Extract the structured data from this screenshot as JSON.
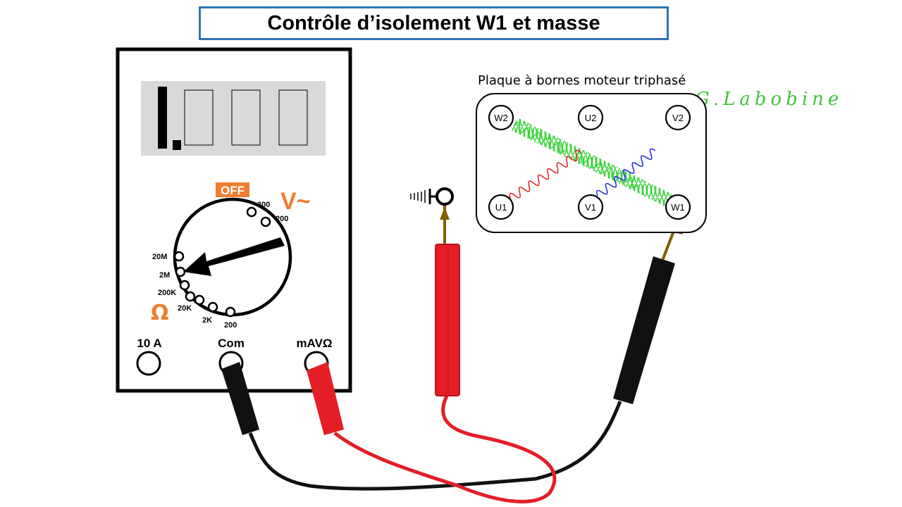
{
  "title": "Contrôle d’isolement  W1 et masse",
  "plate": {
    "label": "Plaque à bornes moteur triphasé",
    "terminals_top": [
      "W2",
      "U2",
      "V2"
    ],
    "terminals_bottom": [
      "U1",
      "V1",
      "W1"
    ]
  },
  "signature": "G.Labobine",
  "multimeter": {
    "display": "1.",
    "off_label": "OFF",
    "v_label": "V~",
    "ohm_label": "Ω",
    "voltage_ranges": [
      "300",
      "200"
    ],
    "ohm_ranges": [
      "20M",
      "2M",
      "200K",
      "20K",
      "2K",
      "200"
    ],
    "selected_range": "2M",
    "sockets": [
      "10 A",
      "Com",
      "mAVΩ"
    ]
  },
  "colors": {
    "title_border": "#2e75b6",
    "orange": "#ed7d31",
    "red_wire": "#e41e26",
    "black_wire": "#111111",
    "coil_green": "#3fd23f",
    "coil_red": "#e8262b",
    "coil_blue": "#2a2ae6",
    "probe_tip": "#7f6000",
    "display_bg": "#d9d9d9",
    "signature_green": "#44c23a"
  }
}
